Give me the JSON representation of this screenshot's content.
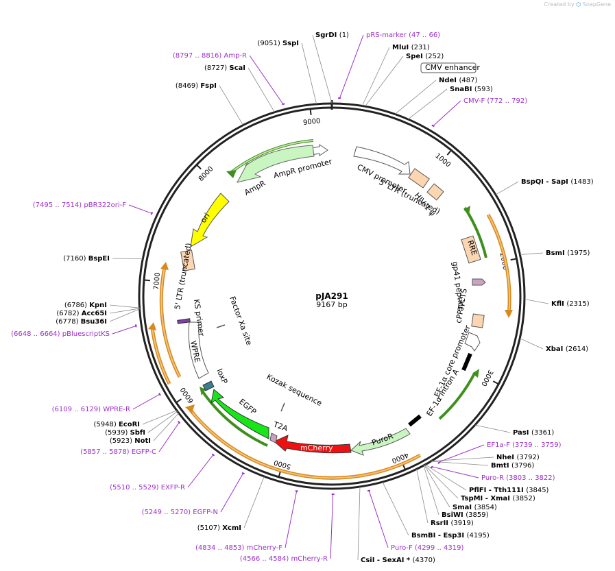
{
  "credit": {
    "text": "Created by",
    "brand": "SnapGene"
  },
  "plasmid": {
    "name": "pJA291",
    "size": "9167 bp",
    "length": 9167
  },
  "ticks": [
    "1000",
    "2000",
    "3000",
    "4000",
    "5000",
    "6000",
    "7000",
    "8000",
    "9000"
  ],
  "colors": {
    "ring": "#222222",
    "primer": "#9b2fc9",
    "orf_orange": "#f0a030",
    "feat_green": "#6cbf3a"
  },
  "sites": [
    {
      "name": "SgrDI",
      "pos": "(1)",
      "bp": 1
    },
    {
      "name": "SspI",
      "pos": "(9051)",
      "bp": 9051
    },
    {
      "name": "ScaI",
      "pos": "(8727)",
      "bp": 8727
    },
    {
      "name": "FspI",
      "pos": "(8469)",
      "bp": 8469
    },
    {
      "name": "MluI",
      "pos": "(231)",
      "bp": 231
    },
    {
      "name": "SpeI",
      "pos": "(252)",
      "bp": 252
    },
    {
      "name": "NdeI",
      "pos": "(487)",
      "bp": 487
    },
    {
      "name": "SnaBI",
      "pos": "(593)",
      "bp": 593
    },
    {
      "name": "BspQI - SapI",
      "pos": "(1483)",
      "bp": 1483
    },
    {
      "name": "BsmI",
      "pos": "(1975)",
      "bp": 1975
    },
    {
      "name": "KflI",
      "pos": "(2315)",
      "bp": 2315
    },
    {
      "name": "XbaI",
      "pos": "(2614)",
      "bp": 2614
    },
    {
      "name": "PasI",
      "pos": "(3361)",
      "bp": 3361
    },
    {
      "name": "NheI",
      "pos": "(3792)",
      "bp": 3792
    },
    {
      "name": "BmtI",
      "pos": "(3796)",
      "bp": 3796
    },
    {
      "name": "PflFI - Tth111I",
      "pos": "(3845)",
      "bp": 3845
    },
    {
      "name": "TspMI - XmaI",
      "pos": "(3852)",
      "bp": 3852
    },
    {
      "name": "SmaI",
      "pos": "(3854)",
      "bp": 3854
    },
    {
      "name": "BsiWI",
      "pos": "(3859)",
      "bp": 3859
    },
    {
      "name": "RsrII",
      "pos": "(3919)",
      "bp": 3919
    },
    {
      "name": "BsmBI - Esp3I",
      "pos": "(4195)",
      "bp": 4195
    },
    {
      "name": "CsiI - SexAI *",
      "pos": "(4370)",
      "bp": 4370
    },
    {
      "name": "XcmI",
      "pos": "(5107)",
      "bp": 5107
    },
    {
      "name": "EcoRI",
      "pos": "(5948)",
      "bp": 5948
    },
    {
      "name": "SbfI",
      "pos": "(5939)",
      "bp": 5939
    },
    {
      "name": "NotI",
      "pos": "(5923)",
      "bp": 5923
    },
    {
      "name": "KpnI",
      "pos": "(6786)",
      "bp": 6786
    },
    {
      "name": "Acc65I",
      "pos": "(6782)",
      "bp": 6782
    },
    {
      "name": "Bsu36I",
      "pos": "(6778)",
      "bp": 6778
    },
    {
      "name": "BspEI",
      "pos": "(7160)",
      "bp": 7160
    }
  ],
  "primers": [
    {
      "name": "pRS-marker",
      "range": "(47 .. 66)"
    },
    {
      "name": "Amp-R",
      "range": "(8797 .. 8816)"
    },
    {
      "name": "CMV-F",
      "range": "(772 .. 792)"
    },
    {
      "name": "pBR322ori-F",
      "range": "(7495 .. 7514)"
    },
    {
      "name": "pBluescriptKS",
      "range": "(6648 .. 6664)"
    },
    {
      "name": "WPRE-R",
      "range": "(6109 .. 6129)"
    },
    {
      "name": "EGFP-C",
      "range": "(5857 .. 5878)"
    },
    {
      "name": "EXFP-R",
      "range": "(5510 .. 5529)"
    },
    {
      "name": "EGFP-N",
      "range": "(5249 .. 5270)"
    },
    {
      "name": "mCherry-F",
      "range": "(4834 .. 4853)"
    },
    {
      "name": "mCherry-R",
      "range": "(4566 .. 4584)"
    },
    {
      "name": "Puro-F",
      "range": "(4299 .. 4319)"
    },
    {
      "name": "EF1a-F",
      "range": "(3739 .. 3759)"
    },
    {
      "name": "Puro-R",
      "range": "(3803 .. 3822)"
    }
  ],
  "features": [
    {
      "name": "CMV enhancer"
    },
    {
      "name": "CMV promoter"
    },
    {
      "name": "5' LTR (truncated)"
    },
    {
      "name": "HIV-1 ψ"
    },
    {
      "name": "RRE"
    },
    {
      "name": "gp41 peptide"
    },
    {
      "name": "cPPT/CTS"
    },
    {
      "name": "EF-1α core promoter"
    },
    {
      "name": "EF-1α intron A"
    },
    {
      "name": "PuroR"
    },
    {
      "name": "mCherry"
    },
    {
      "name": "T2A"
    },
    {
      "name": "Kozak sequence"
    },
    {
      "name": "EGFP"
    },
    {
      "name": "loxP"
    },
    {
      "name": "Factor Xa site"
    },
    {
      "name": "WPRE"
    },
    {
      "name": "KS primer"
    },
    {
      "name": "5' LTR (truncated)"
    },
    {
      "name": "ori"
    },
    {
      "name": "AmpR"
    },
    {
      "name": "AmpR promoter"
    }
  ]
}
